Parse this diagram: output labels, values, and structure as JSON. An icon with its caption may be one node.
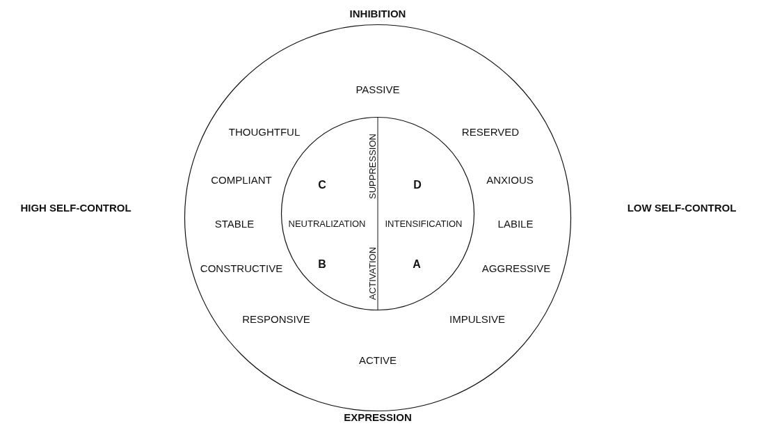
{
  "diagram": {
    "nodes": [
      {
        "text": [
          "PASSIVE",
          "THOUGHTFUL",
          "RESERVED",
          "COMPLIANT",
          "ANXIOUS",
          "STABLE",
          "LABILE",
          "CONSTRUCTIVE",
          "AGGRESSIVE",
          "RESPONSIVE",
          "IMPULSIVE",
          "ACTIVE"
        ]
      },
      {
        "text": [
          "C",
          "D",
          "SUPPRESSION",
          "NEUTRALIZATION",
          "INTENSIFICATION",
          "B",
          "A",
          "ACTIVATION"
        ],
        "in": 0
      }
    ],
    "labels": [
      "INHIBITION",
      "HIGH SELF-CONTROL",
      "LOW SELF-CONTROL",
      "EXPRESSION"
    ]
  }
}
